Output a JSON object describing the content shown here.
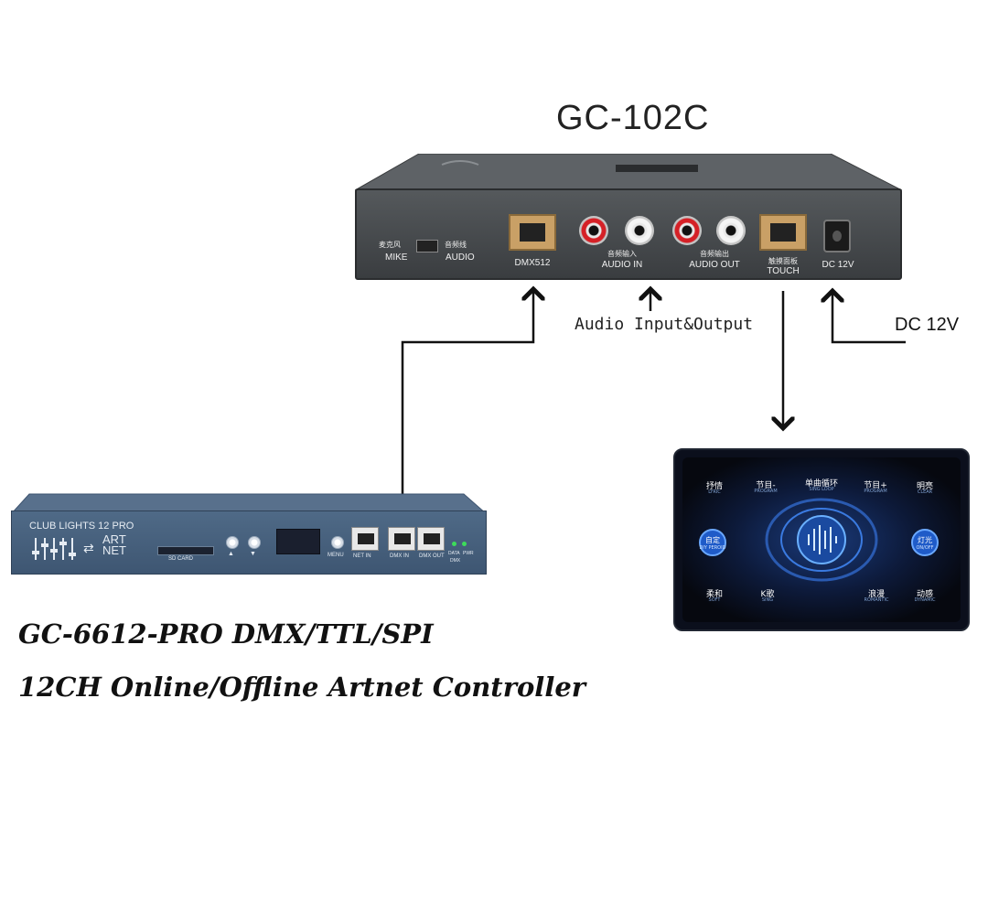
{
  "device_top": {
    "title": "GC-102C",
    "ports": {
      "mike_cn": "麦克风",
      "mike_en": "MIKE",
      "audio_cn": "音频线",
      "audio_en": "AUDIO",
      "dmx": "DMX512",
      "audio_in_cn": "音频输入",
      "audio_in_en": "AUDIO IN",
      "audio_out_cn": "音频输出",
      "audio_out_en": "AUDIO OUT",
      "touch_cn": "触摸面板",
      "touch_en": "TOUCH",
      "dc": "DC 12V"
    }
  },
  "connections": {
    "audio_label": "Audio Input&Output",
    "dc_label": "DC 12V"
  },
  "device_pro": {
    "brand": "CLUB LIGHTS 12 PRO",
    "sd_card": "SD CARD",
    "menu": "MENU",
    "net_in": "NET IN",
    "dmx_in": "DMX IN",
    "dmx_out": "DMX OUT",
    "data": "DATA",
    "pwr": "PWR",
    "dmx": "DMX",
    "artnet_top": "ART",
    "artnet_bottom": "NET",
    "up": "▲",
    "down": "▼",
    "title_line1": "GC-6612-PRO DMX/TTL/SPI",
    "title_line2": "12CH Online/Offline Artnet Controller"
  },
  "touch_panel": {
    "buttons": [
      {
        "cn": "抒情",
        "en": "LYRIC"
      },
      {
        "cn": "节目-",
        "en": "PROGRAM"
      },
      {
        "cn": "单曲循环",
        "en": "SING LOOP"
      },
      {
        "cn": "节目+",
        "en": "PROGRAM"
      },
      {
        "cn": "明亮",
        "en": "CLEAR"
      },
      {
        "cn": "自定",
        "en": "DIY PEROID"
      },
      {
        "cn": "灯光",
        "en": "ON/OFF"
      },
      {
        "cn": "柔和",
        "en": "SOFT"
      },
      {
        "cn": "K歌",
        "en": "SING"
      },
      {
        "cn": "浪漫",
        "en": "ROMANTIC"
      },
      {
        "cn": "动感",
        "en": "DYNAMIC"
      }
    ]
  },
  "colors": {
    "device_body": "#4a4d50",
    "pro_body": "#4a6480",
    "panel_glow": "#2a6ad0"
  }
}
